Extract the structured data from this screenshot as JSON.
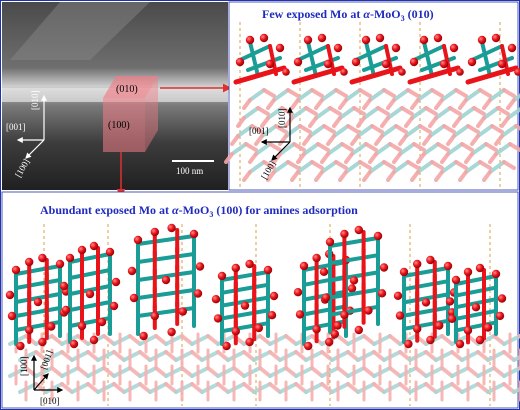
{
  "sem": {
    "facet_top_label": "(010)",
    "facet_front_label": "(100)",
    "axis_up": "[010]",
    "axis_left": "[001]",
    "axis_diag": "[100]",
    "scale_bar": "100 nm"
  },
  "top_right": {
    "title_pre": "Few exposed Mo at ",
    "title_alpha": "α",
    "title_mid": "-MoO",
    "title_sub": "3",
    "title_post": " (010)",
    "axis_up": "[010]",
    "axis_left": "[001]",
    "axis_diag": "[100]"
  },
  "bottom": {
    "title_pre": "Abundant exposed Mo at ",
    "title_alpha": "α",
    "title_mid": "-MoO",
    "title_sub": "3",
    "title_post": " (100) for amines adsorption",
    "axis_up": "[100]",
    "axis_diag": "[001]",
    "axis_right": "[010]"
  },
  "colors": {
    "oxygen": "#e8141a",
    "molybdenum": "#1a9c97",
    "title": "#1f2bbf",
    "arrow": "#e03030",
    "dashed_line": "#d9a04a",
    "frame": "#2233aa"
  }
}
